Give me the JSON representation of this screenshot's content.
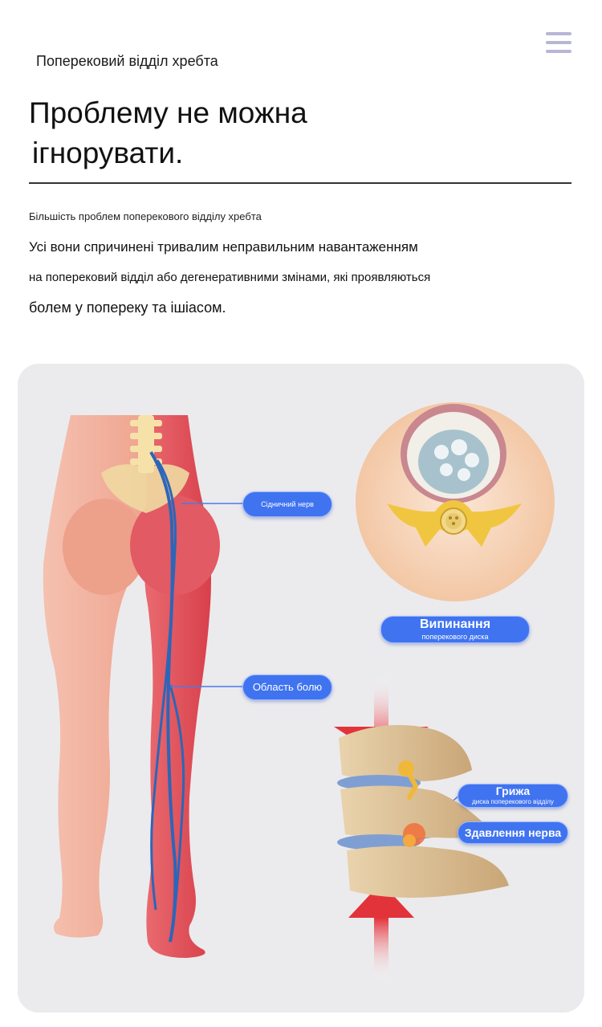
{
  "header": {
    "section_label": "Поперековий відділ хребта",
    "headline_line1": "Проблему не можна",
    "headline_line2": "ігнорувати."
  },
  "intro": {
    "small": "Більшість проблем поперекового відділу хребта",
    "line1": "Усі вони спричинені тривалим неправильним навантаженням",
    "line2": "на поперековий відділ або дегенеративними змінами, які проявляються",
    "line3": "болем у попереку та ішіасом."
  },
  "illustration": {
    "label_sciatic": "Сідничний нерв",
    "label_pain_area": "Область болю",
    "label_protrusion_title": "Випинання",
    "label_protrusion_sub": "поперекового диска",
    "label_hernia_title": "Грижа",
    "label_hernia_sub": "диска поперекового відділу",
    "label_compression": "Здавлення нерва"
  },
  "icons": [
    "menu-icon",
    "legs-anatomy-figure",
    "vertebra-cross-section",
    "spine-segment"
  ],
  "colors": {
    "accent": "#3f73f0",
    "panel_bg": "#ebebee",
    "pain_red": "#e0505a",
    "skin": "#f3b7a6"
  }
}
